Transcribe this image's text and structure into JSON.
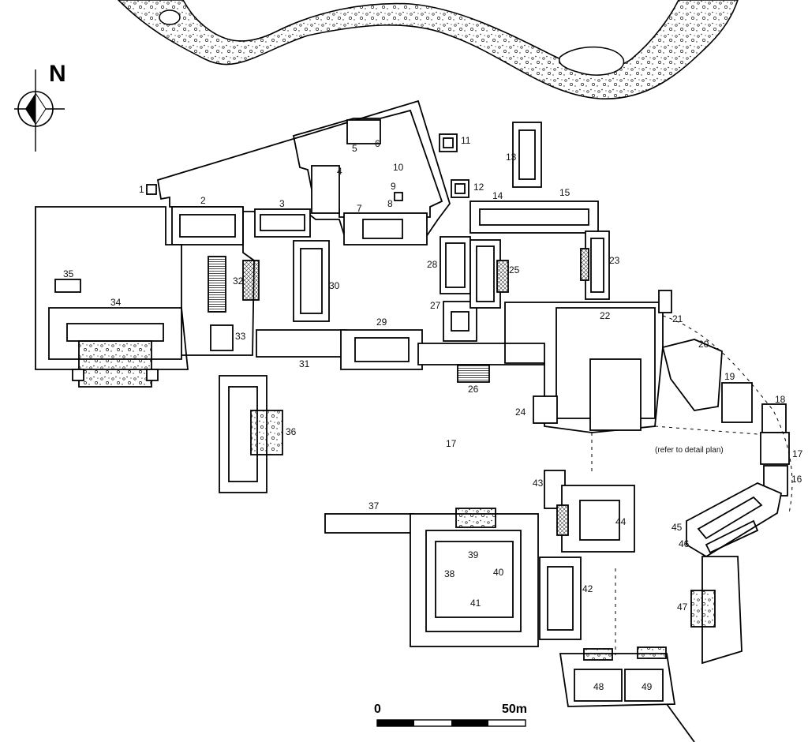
{
  "north_label": "N",
  "scale": {
    "start": "0",
    "end": "50m"
  },
  "note": "(refer to detail plan)",
  "building_labels": [
    "1",
    "2",
    "3",
    "4",
    "5",
    "6",
    "7",
    "8",
    "9",
    "10",
    "11",
    "12",
    "13",
    "14",
    "15",
    "16",
    "17",
    "18",
    "19",
    "20",
    "21",
    "22",
    "23",
    "24",
    "25",
    "26",
    "27",
    "28",
    "29",
    "30",
    "31",
    "32",
    "33",
    "34",
    "35",
    "36",
    "37",
    "38",
    "39",
    "40",
    "41",
    "42",
    "43",
    "44",
    "45",
    "46",
    "47",
    "48",
    "49"
  ],
  "extra_label": "17"
}
